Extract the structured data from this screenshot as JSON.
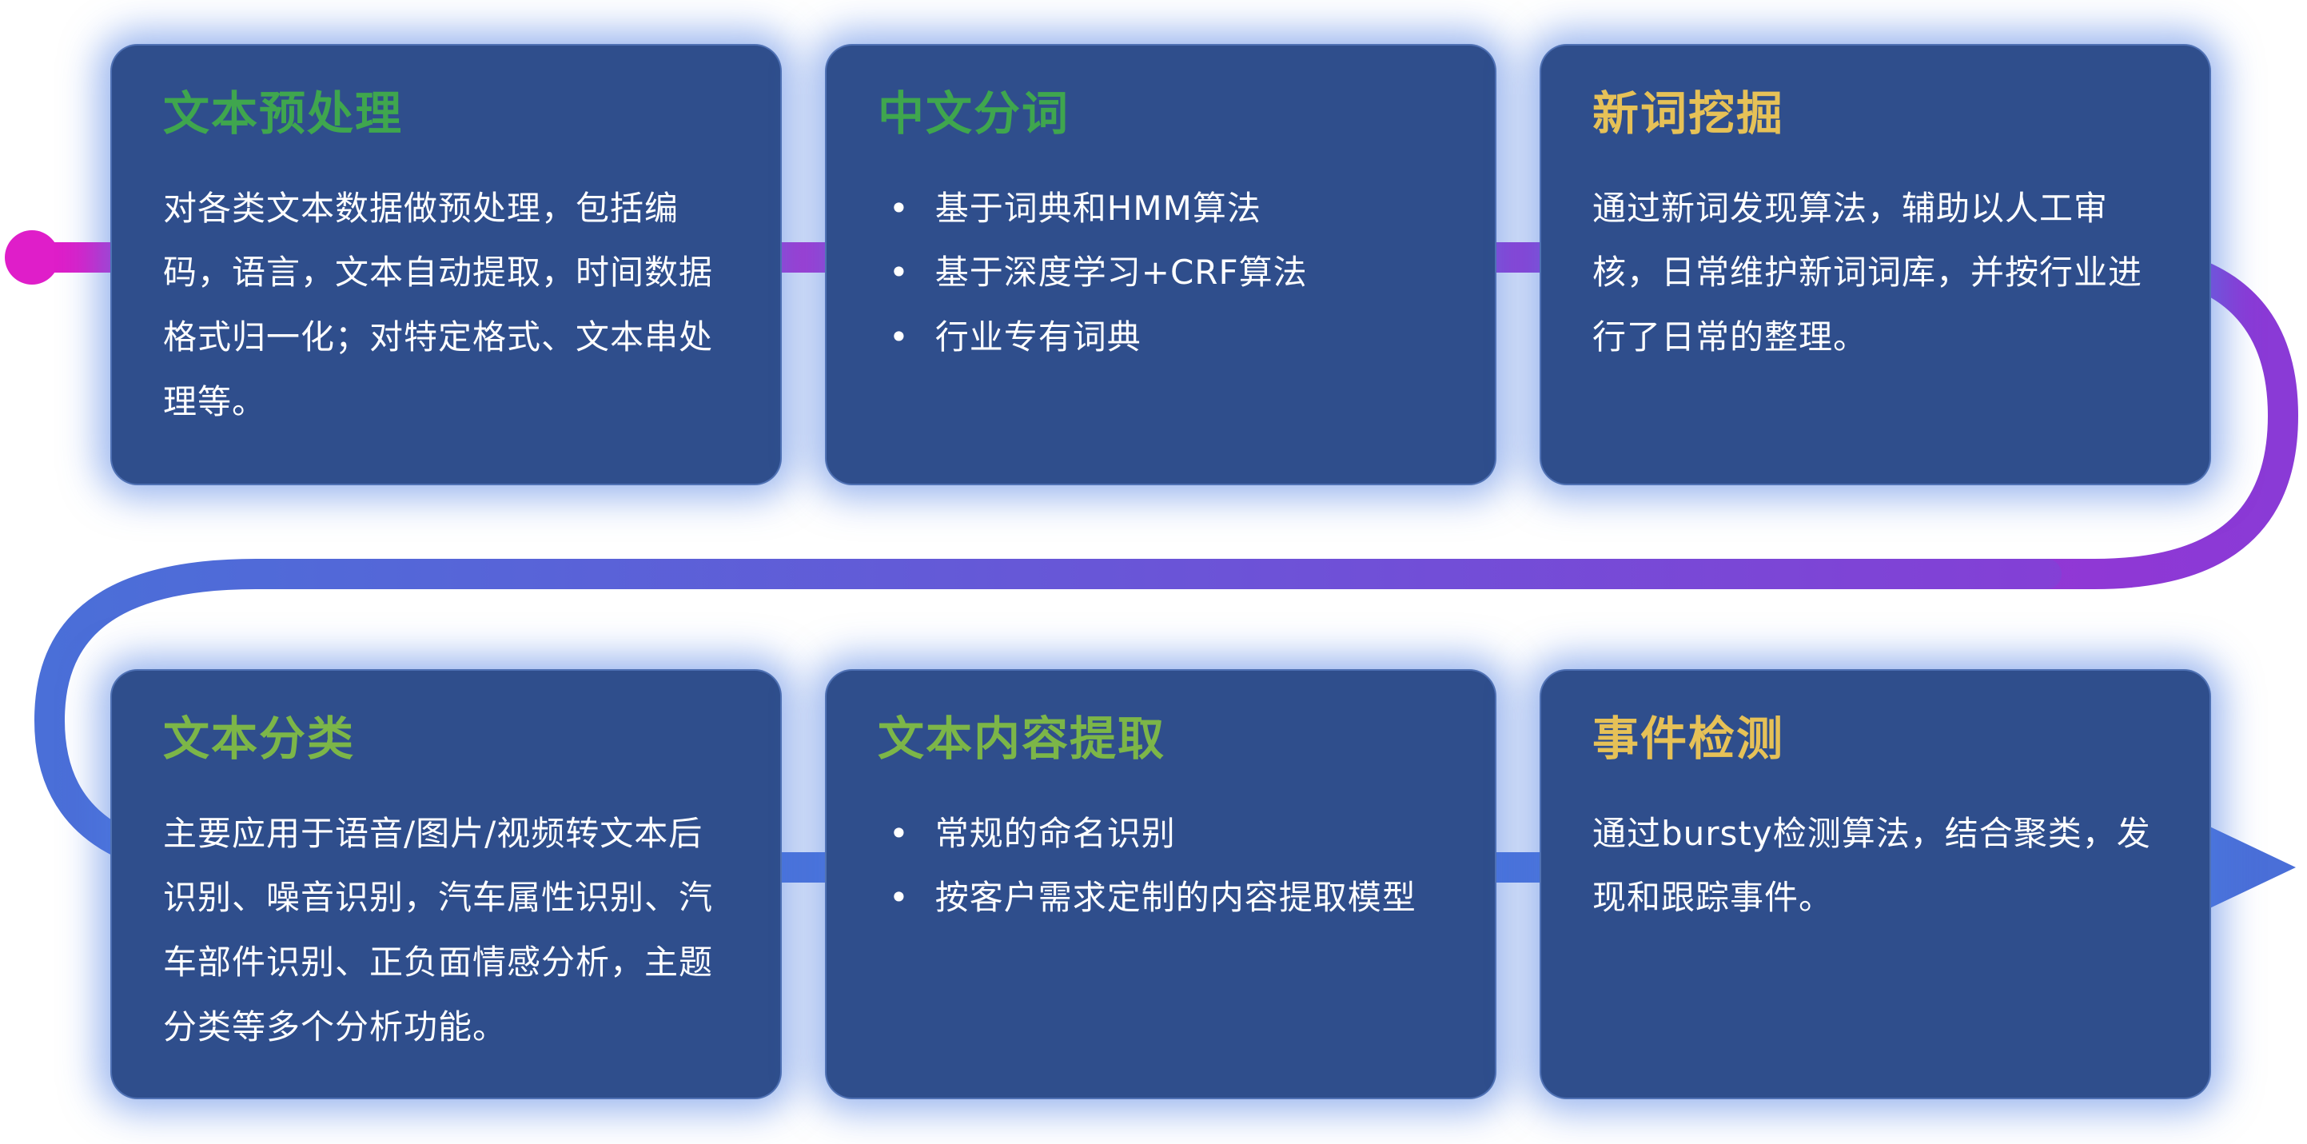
{
  "page": {
    "background_color": "#ffffff",
    "card_background_color": "#2f4e8c",
    "card_glow_color": "#4a7ce2",
    "body_text_color": "#ffffff"
  },
  "flow": {
    "start_dot_color": "#df1ec9",
    "top_gradient": [
      "#df1ec9",
      "#a42ed0",
      "#8a3ad6"
    ],
    "return_gradient": [
      "#8a3ad6",
      "#4a6fd8"
    ],
    "line_end_color": "#4a6fd8",
    "arrow_color": "#4a6fd8"
  },
  "cards": [
    {
      "title": "文本预处理",
      "title_color": "#3fa64e",
      "body": "对各类文本数据做预处理，包括编码，语言，文本自动提取，时间数据格式归一化；对特定格式、文本串处理等。"
    },
    {
      "title": "中文分词",
      "title_color": "#3fa64e",
      "bullets": [
        "基于词典和HMM算法",
        "基于深度学习+CRF算法",
        "行业专有词典"
      ]
    },
    {
      "title": "新词挖掘",
      "title_color": "#e6c157",
      "body": "通过新词发现算法，辅助以人工审核，日常维护新词词库，并按行业进行了日常的整理。"
    },
    {
      "title": "文本分类",
      "title_color": "#7cb648",
      "body": "主要应用于语音/图片/视频转文本后识别、噪音识别，汽车属性识别、汽车部件识别、正负面情感分析，主题分类等多个分析功能。"
    },
    {
      "title": "文本内容提取",
      "title_color": "#7cb648",
      "bullets": [
        "常规的命名识别",
        "按客户需求定制的内容提取模型"
      ]
    },
    {
      "title": "事件检测",
      "title_color": "#e6c157",
      "body": "通过bursty检测算法，结合聚类，发现和跟踪事件。"
    }
  ]
}
